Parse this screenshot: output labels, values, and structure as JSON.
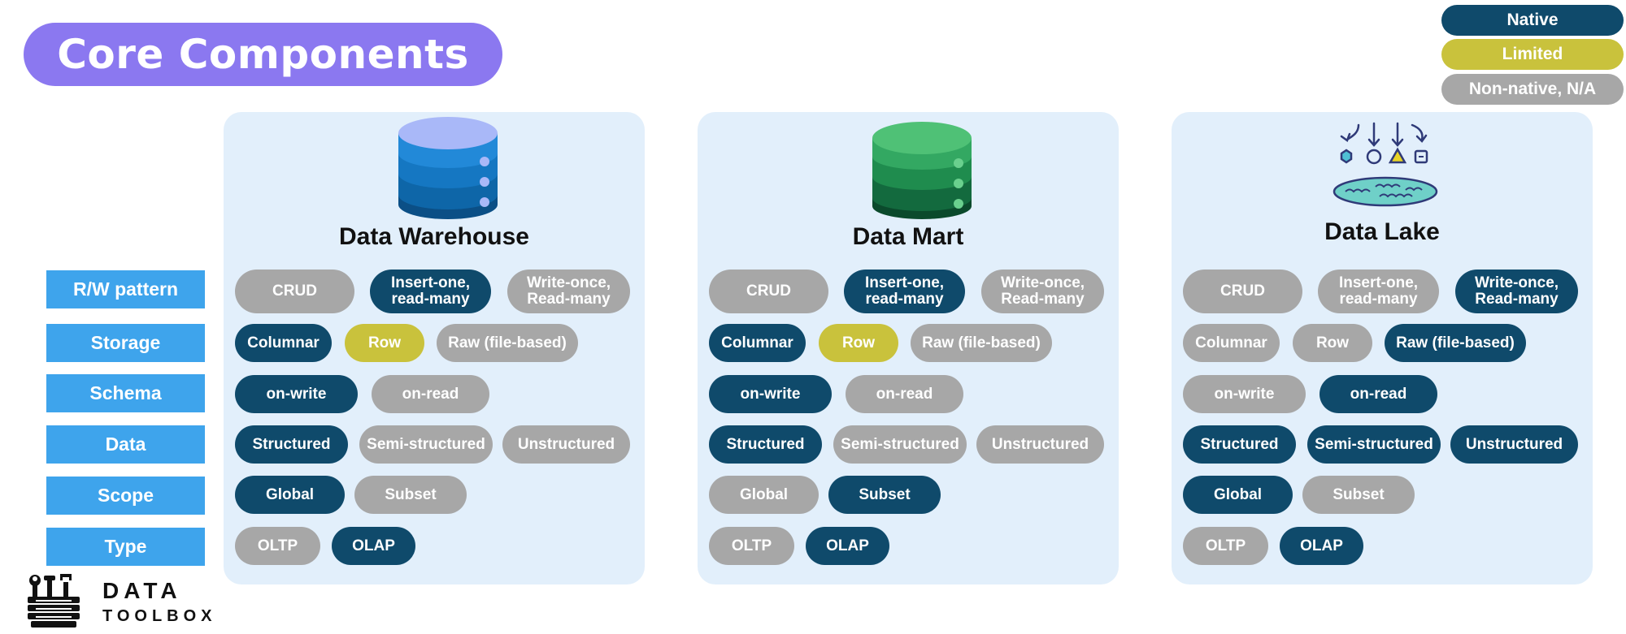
{
  "title": "Core Components",
  "legend": {
    "native": "Native",
    "limited": "Limited",
    "nonnative": "Non-native, N/A"
  },
  "row_labels": [
    "R/W pattern",
    "Storage",
    "Schema",
    "Data",
    "Scope",
    "Type"
  ],
  "panels": [
    {
      "title": "Data Warehouse",
      "rows": [
        [
          "CRUD",
          "Insert-one, read-many",
          "Write-once, Read-many"
        ],
        [
          "Columnar",
          "Row",
          "Raw (file-based)"
        ],
        [
          "on-write",
          "on-read"
        ],
        [
          "Structured",
          "Semi-structured",
          "Unstructured"
        ],
        [
          "Global",
          "Subset"
        ],
        [
          "OLTP",
          "OLAP"
        ]
      ],
      "status": [
        [
          "nonnative",
          "native",
          "nonnative"
        ],
        [
          "native",
          "limited",
          "nonnative"
        ],
        [
          "native",
          "nonnative"
        ],
        [
          "native",
          "nonnative",
          "nonnative"
        ],
        [
          "native",
          "nonnative"
        ],
        [
          "nonnative",
          "native"
        ]
      ]
    },
    {
      "title": "Data Mart",
      "rows": [
        [
          "CRUD",
          "Insert-one, read-many",
          "Write-once, Read-many"
        ],
        [
          "Columnar",
          "Row",
          "Raw (file-based)"
        ],
        [
          "on-write",
          "on-read"
        ],
        [
          "Structured",
          "Semi-structured",
          "Unstructured"
        ],
        [
          "Global",
          "Subset"
        ],
        [
          "OLTP",
          "OLAP"
        ]
      ],
      "status": [
        [
          "nonnative",
          "native",
          "nonnative"
        ],
        [
          "native",
          "limited",
          "nonnative"
        ],
        [
          "native",
          "nonnative"
        ],
        [
          "native",
          "nonnative",
          "nonnative"
        ],
        [
          "nonnative",
          "native"
        ],
        [
          "nonnative",
          "native"
        ]
      ]
    },
    {
      "title": "Data Lake",
      "rows": [
        [
          "CRUD",
          "Insert-one, read-many",
          "Write-once, Read-many"
        ],
        [
          "Columnar",
          "Row",
          "Raw (file-based)"
        ],
        [
          "on-write",
          "on-read"
        ],
        [
          "Structured",
          "Semi-structured",
          "Unstructured"
        ],
        [
          "Global",
          "Subset"
        ],
        [
          "OLTP",
          "OLAP"
        ]
      ],
      "status": [
        [
          "nonnative",
          "nonnative",
          "native"
        ],
        [
          "nonnative",
          "nonnative",
          "native"
        ],
        [
          "nonnative",
          "native"
        ],
        [
          "native",
          "native",
          "native"
        ],
        [
          "native",
          "nonnative"
        ],
        [
          "nonnative",
          "native"
        ]
      ]
    }
  ],
  "colors": {
    "native": "#0f4a6b",
    "limited": "#c9c23c",
    "nonnative": "#a7a7a7",
    "label": "#3ea4ec",
    "panel": "#e2effb",
    "title": "#8b78f0"
  },
  "logo": {
    "line1": "DATA",
    "line2": "TOOLBOX"
  }
}
